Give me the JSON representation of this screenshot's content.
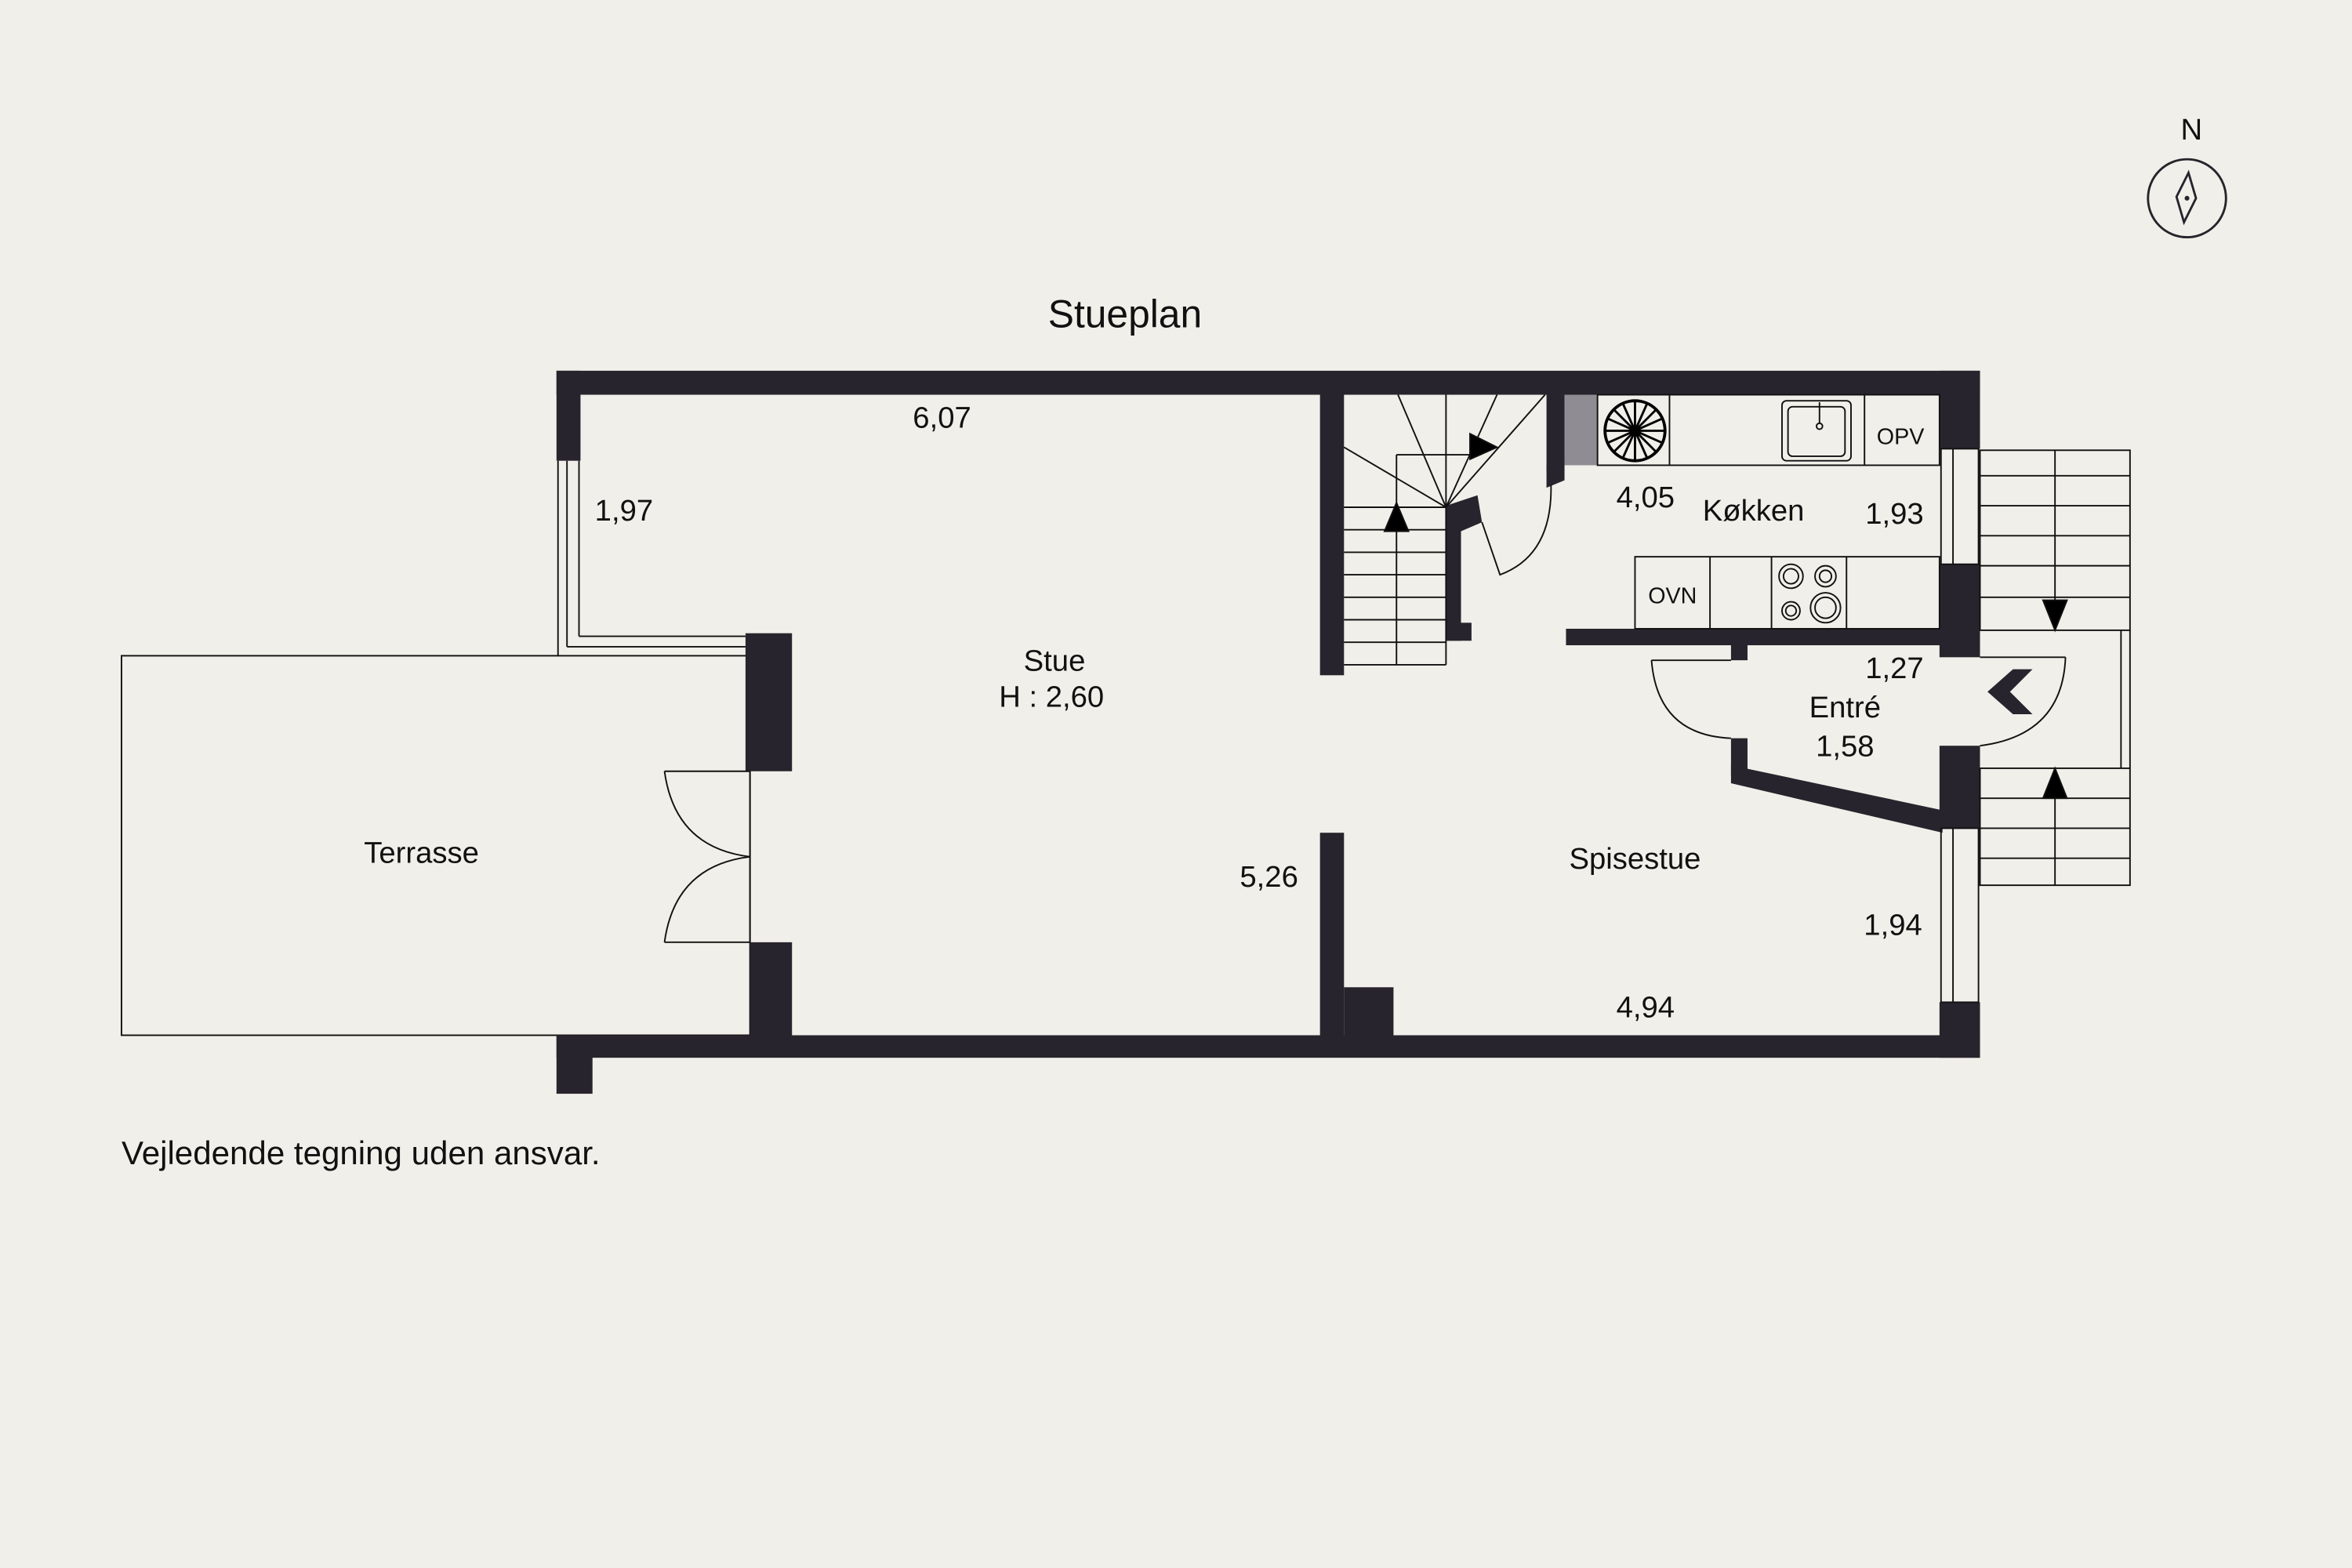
{
  "title": "Stueplan",
  "compass": {
    "label": "N",
    "icon": "compass-north-icon"
  },
  "disclaimer": "Vejledende tegning uden ansvar.",
  "colors": {
    "background": "#f0efe9",
    "wall": "#28242d",
    "line": "#111111",
    "hood_fill": "#8f8d93"
  },
  "rooms": {
    "stue": {
      "name": "Stue",
      "height": "H : 2,60",
      "dims": [
        "6,07",
        "1,97",
        "5,26"
      ]
    },
    "terrasse": {
      "name": "Terrasse"
    },
    "koekken": {
      "name": "Køkken",
      "dims": [
        "4,05",
        "1,93"
      ],
      "appliances": [
        "OPV",
        "OVN"
      ]
    },
    "entre": {
      "name": "Entré",
      "dims": [
        "1,27",
        "1,58"
      ]
    },
    "spisestue": {
      "name": "Spisestue",
      "dims": [
        "1,94",
        "4,94"
      ]
    }
  }
}
